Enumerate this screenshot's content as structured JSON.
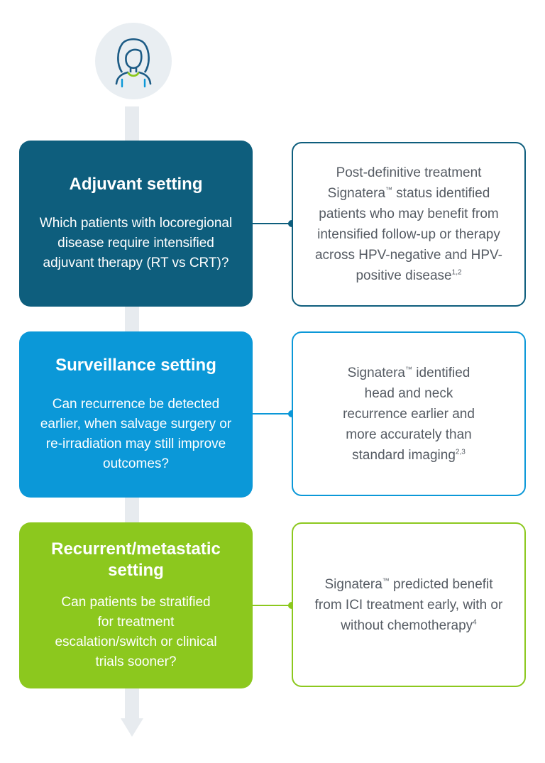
{
  "colors": {
    "adjuvant": "#0e5e7d",
    "surveillance": "#0b98d8",
    "recurrent": "#8cc81e",
    "spine": "#e7ebef",
    "finding_text": "#555b63"
  },
  "icon": "patient-avatar-icon",
  "stages": [
    {
      "title": "Adjuvant setting",
      "question": "Which patients with locoregional disease require intensified adjuvant therapy (RT vs CRT)?",
      "finding": {
        "text_before": "Post-definitive treatment Signatera",
        "tm": "™",
        "text_after": " status identified patients who may benefit from intensified follow-up or therapy across HPV-negative and HPV-positive disease",
        "refs": "1,2"
      }
    },
    {
      "title": "Surveillance setting",
      "question": "Can recurrence be detected earlier, when salvage surgery or re-irradiation may still improve outcomes?",
      "finding": {
        "text_before": "Signatera",
        "tm": "™",
        "text_after": " identified head and neck recurrence earlier and more accurately than standard imaging",
        "refs": "2,3"
      }
    },
    {
      "title": "Recurrent/metastatic setting",
      "question": "Can patients be stratified for treatment escalation/switch or clinical trials sooner?",
      "finding": {
        "text_before": "Signatera",
        "tm": "™",
        "text_after": " predicted benefit from ICI treatment early, with or without chemotherapy",
        "refs": "4"
      }
    }
  ]
}
